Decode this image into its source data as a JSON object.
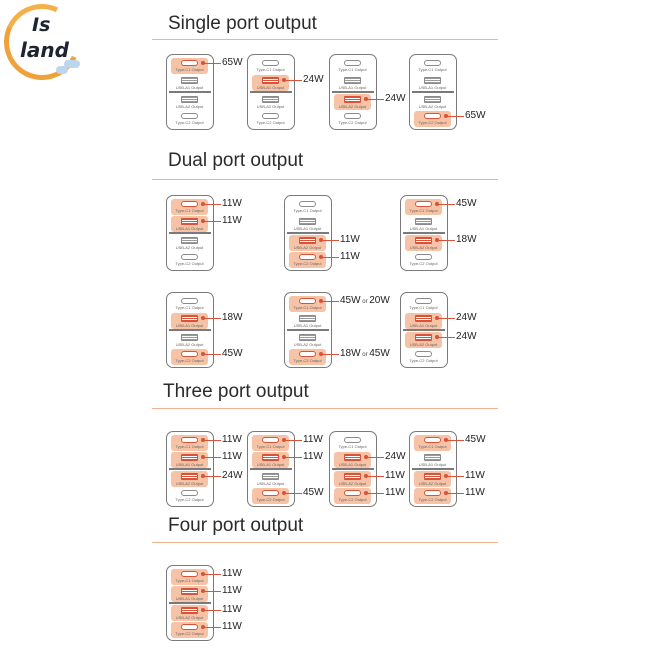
{
  "brand": {
    "part1": "Is",
    "part2": "land"
  },
  "port_labels": {
    "c1": "Type-C1 Output",
    "a1": "USB-A1 Output",
    "a2": "USB-A2 Output",
    "c2": "Type-C2 Output"
  },
  "sections": [
    {
      "title": "Single port output"
    },
    {
      "title": "Dual port output"
    },
    {
      "title": "Three port output"
    },
    {
      "title": "Four port output"
    }
  ],
  "chargers": [
    {
      "section": 0,
      "active": [
        "c1"
      ],
      "labels": [
        {
          "port": "c1",
          "text": "65W"
        }
      ]
    },
    {
      "section": 0,
      "active": [
        "a1"
      ],
      "labels": [
        {
          "port": "a1",
          "text": "24W"
        }
      ]
    },
    {
      "section": 0,
      "active": [
        "a2"
      ],
      "labels": [
        {
          "port": "a2",
          "text": "24W"
        }
      ]
    },
    {
      "section": 0,
      "active": [
        "c2"
      ],
      "labels": [
        {
          "port": "c2",
          "text": "65W"
        }
      ]
    },
    {
      "section": 1,
      "active": [
        "c1",
        "a1"
      ],
      "labels": [
        {
          "port": "c1",
          "text": "11W"
        },
        {
          "port": "a1",
          "text": "11W"
        }
      ]
    },
    {
      "section": 1,
      "active": [
        "a2",
        "c2"
      ],
      "labels": [
        {
          "port": "a2",
          "text": "11W"
        },
        {
          "port": "c2",
          "text": "11W"
        }
      ]
    },
    {
      "section": 1,
      "active": [
        "c1",
        "a2"
      ],
      "labels": [
        {
          "port": "c1",
          "text": "45W"
        },
        {
          "port": "a2",
          "text": "18W"
        }
      ]
    },
    {
      "section": 1,
      "active": [
        "a1",
        "c2"
      ],
      "labels": [
        {
          "port": "a1",
          "text": "18W"
        },
        {
          "port": "c2",
          "text": "45W"
        }
      ]
    },
    {
      "section": 1,
      "active": [
        "c1",
        "c2"
      ],
      "labels": [
        {
          "port": "c1",
          "text": "45W",
          "or": "or",
          "alt": "20W"
        },
        {
          "port": "c2",
          "text": "18W",
          "or": "or",
          "alt": "45W"
        }
      ]
    },
    {
      "section": 1,
      "active": [
        "a1",
        "a2"
      ],
      "labels": [
        {
          "port": "a1",
          "text": "24W"
        },
        {
          "port": "a2",
          "text": "24W"
        }
      ]
    },
    {
      "section": 2,
      "active": [
        "c1",
        "a1",
        "a2"
      ],
      "labels": [
        {
          "port": "c1",
          "text": "11W"
        },
        {
          "port": "a1",
          "text": "11W"
        },
        {
          "port": "a2",
          "text": "24W"
        }
      ]
    },
    {
      "section": 2,
      "active": [
        "c1",
        "a1",
        "c2"
      ],
      "labels": [
        {
          "port": "c1",
          "text": "11W"
        },
        {
          "port": "a1",
          "text": "11W"
        },
        {
          "port": "c2",
          "text": "45W"
        }
      ]
    },
    {
      "section": 2,
      "active": [
        "a1",
        "a2",
        "c2"
      ],
      "labels": [
        {
          "port": "a1",
          "text": "24W"
        },
        {
          "port": "a2",
          "text": "11W"
        },
        {
          "port": "c2",
          "text": "11W"
        }
      ]
    },
    {
      "section": 2,
      "active": [
        "c1",
        "a2",
        "c2"
      ],
      "labels": [
        {
          "port": "c1",
          "text": "45W"
        },
        {
          "port": "a2",
          "text": "11W"
        },
        {
          "port": "c2",
          "text": "11W"
        }
      ]
    },
    {
      "section": 3,
      "active": [
        "c1",
        "a1",
        "a2",
        "c2"
      ],
      "labels": [
        {
          "port": "c1",
          "text": "11W"
        },
        {
          "port": "a1",
          "text": "11W"
        },
        {
          "port": "a2",
          "text": "11W"
        },
        {
          "port": "c2",
          "text": "11W"
        }
      ]
    }
  ],
  "colors": {
    "highlight": "#f7c3a7",
    "accent": "#d9533a",
    "rule": "#f0b293",
    "logo_ring": "#f0a23a"
  }
}
